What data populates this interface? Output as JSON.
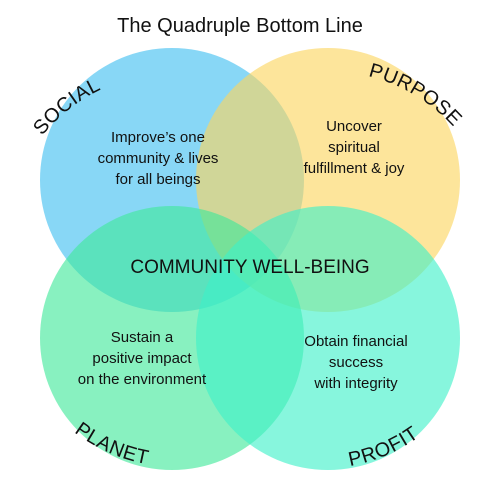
{
  "title": "The Quadruple Bottom Line",
  "center_label": "COMMUNITY WELL-BEING",
  "circles": [
    {
      "key": "social",
      "label": "SOCIAL",
      "color": "#3fbff0",
      "text": [
        "Improve’s one",
        "community & lives",
        "for all beings"
      ]
    },
    {
      "key": "purpose",
      "label": "PURPOSE",
      "color": "#fbd55e",
      "text": [
        "Uncover",
        "spiritual",
        "fulfillment & joy"
      ]
    },
    {
      "key": "planet",
      "label": "PLANET",
      "color": "#3fe89a",
      "text": [
        "Sustain a",
        "positive impact",
        "on the environment"
      ]
    },
    {
      "key": "profit",
      "label": "PROFIT",
      "color": "#3ef0c8",
      "text": [
        "Obtain financial",
        "success",
        "with integrity"
      ]
    }
  ]
}
